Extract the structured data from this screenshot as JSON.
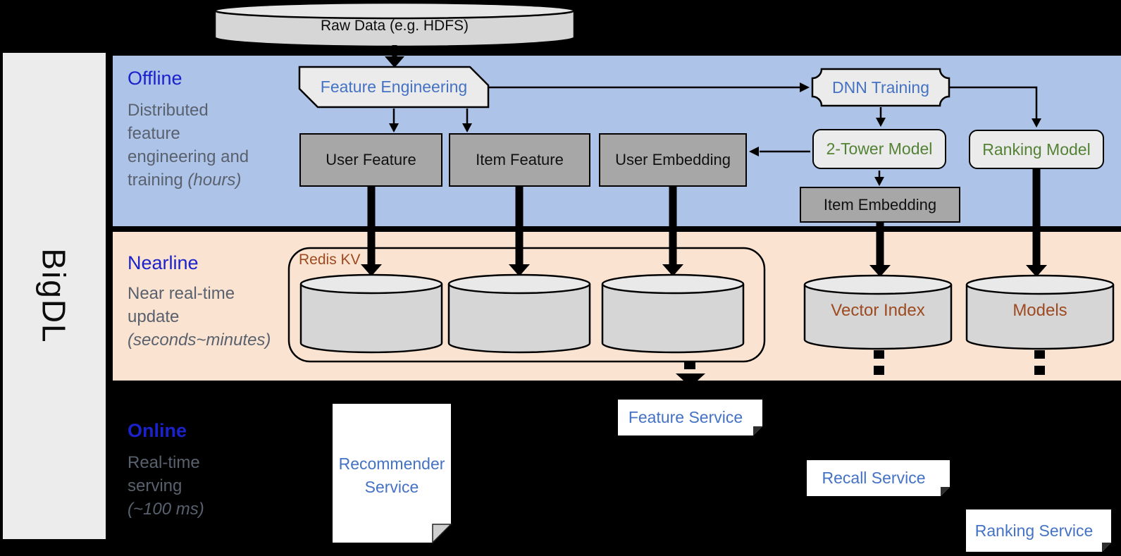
{
  "brand": {
    "label": "BigDL"
  },
  "raw_data": {
    "label": "Raw Data (e.g. HDFS)"
  },
  "sections": {
    "offline": {
      "title": "Offline",
      "desc_line1": "Distributed",
      "desc_line2": "feature",
      "desc_line3": "engineering and",
      "desc_line4": "training ",
      "desc_line4_italic": "(hours)"
    },
    "nearline": {
      "title": "Nearline",
      "desc_line1": "Near real-time",
      "desc_line2": "update",
      "desc_line3_italic": "(seconds~minutes)"
    },
    "online": {
      "title": "Online",
      "desc_line1": "Real-time",
      "desc_line2": "serving",
      "desc_line3_italic": "(~100 ms)"
    }
  },
  "nodes": {
    "feature_engineering": "Feature Engineering",
    "dnn_training": "DNN Training",
    "user_feature": "User Feature",
    "item_feature": "Item Feature",
    "user_embedding": "User Embedding",
    "two_tower_model": "2-Tower Model",
    "ranking_model": "Ranking Model",
    "item_embedding": "Item Embedding",
    "redis_kv": "Redis KV",
    "vector_index": "Vector Index",
    "models": "Models",
    "feature_service": "Feature Service",
    "recommender_service_line1": "Recommender",
    "recommender_service_line2": "Service",
    "recall_service": "Recall Service",
    "ranking_service": "Ranking Service"
  },
  "colors": {
    "background": "#000000",
    "offline_band": "#aec3e8",
    "nearline_band": "#fbe3d1",
    "sidebar_fill": "#ececec",
    "section_title_blue": "#1b22cc",
    "section_desc_gray": "#59616e",
    "node_text_blue": "#4472c4",
    "node_text_green": "#548235",
    "storage_text_brown": "#9e4a20",
    "gray_node_fill": "#a7a7a7",
    "light_node_fill": "#ebebeb",
    "cylinder_fill": "#d6d6d6"
  }
}
